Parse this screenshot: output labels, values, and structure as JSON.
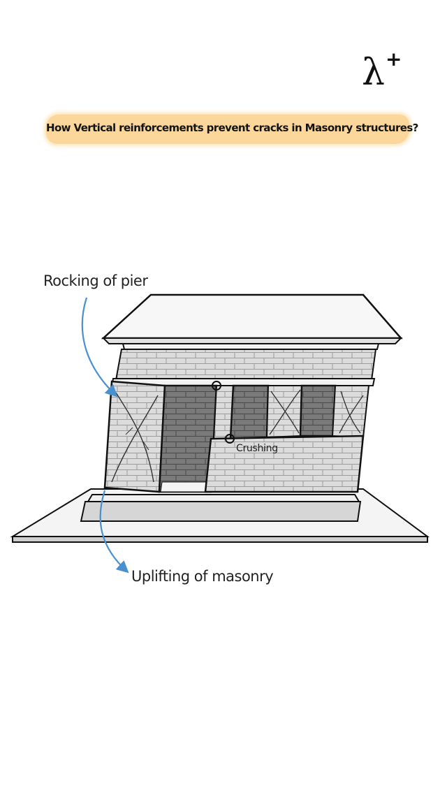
{
  "title": "How Vertical reinforcements prevent cracks in Masonry structures?",
  "logo": {
    "symbol": "λ",
    "superscript": "+"
  },
  "labels": {
    "rocking": "Rocking of pier",
    "uplifting": "Uplifting of masonry",
    "crushing": "Crushing"
  },
  "colors": {
    "title_highlight": "#fbd79b",
    "arrow": "#4a8fcf",
    "brick_wall": "#d9d9d9",
    "opening": "#6f6f6f",
    "outline": "#111111"
  },
  "icons": [
    "lambda-plus-logo",
    "arrow-icon",
    "crushing-marker-icon"
  ]
}
